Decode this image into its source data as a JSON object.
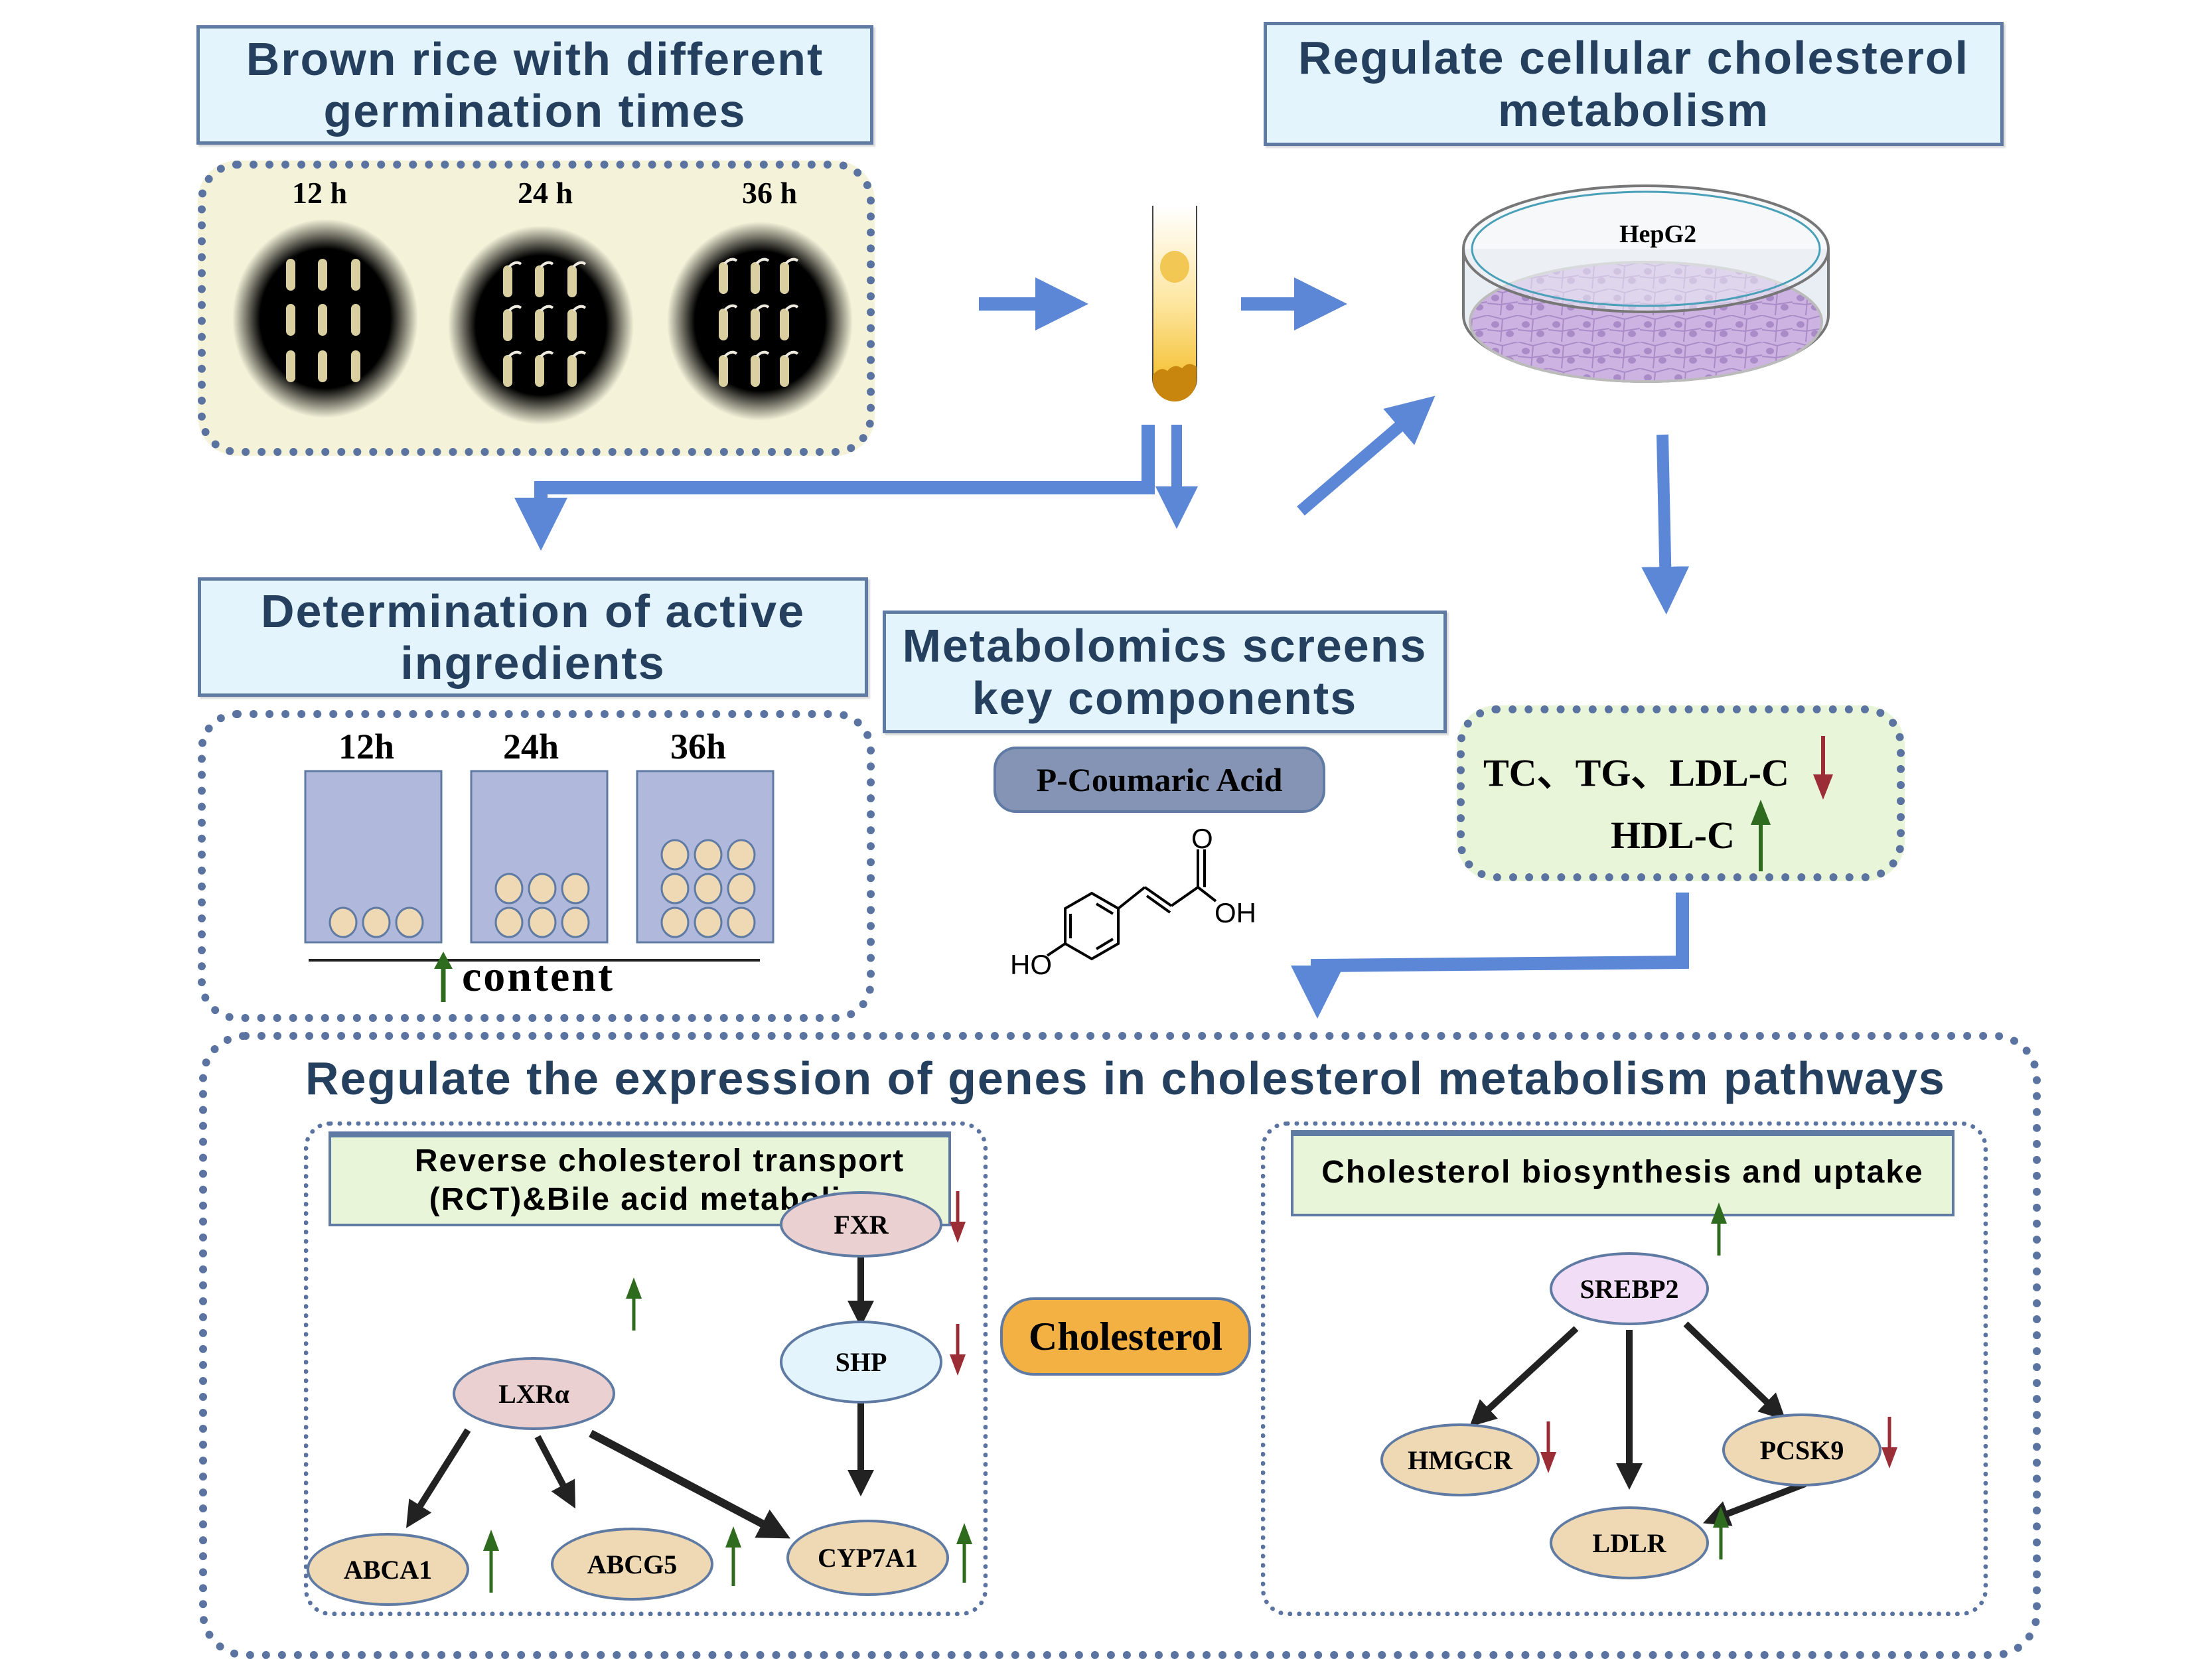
{
  "colors": {
    "arrow_blue": "#5b87d6",
    "title_bg": "#e3f4fc",
    "title_text": "#24405e",
    "dash_border": "#5a73a0",
    "rice_panel_bg": "#f4f2d9",
    "result_panel_bg": "#e9f5d9",
    "up_green": "#2f6b1e",
    "down_red": "#9b2d36",
    "bar_fill": "#b0b8dc",
    "granule_fill": "#efd8b4",
    "acid_pill": "#8593b5",
    "cholesterol_pill": "#f2b142",
    "gene_tan": "#efd8b4",
    "gene_pink": "#ebd0d1",
    "gene_blue": "#e3f4fc",
    "gene_lilac": "#f1def6"
  },
  "germination": {
    "title": "Brown rice with different germination times",
    "title_line1": "Brown rice with different",
    "title_line2": "germination times",
    "samples": [
      {
        "label": "12 h"
      },
      {
        "label": "24 h"
      },
      {
        "label": "36 h"
      }
    ]
  },
  "cellular": {
    "title_line1": "Regulate cellular cholesterol",
    "title_line2": "metabolism",
    "cell_line": "HepG2"
  },
  "ingredients": {
    "title_line1": "Determination of active",
    "title_line2": "ingredients",
    "bars": [
      {
        "label": "12h",
        "granules": 3
      },
      {
        "label": "24h",
        "granules": 6
      },
      {
        "label": "36h",
        "granules": 9
      }
    ],
    "axis_label": "content",
    "trend": "up"
  },
  "metabolomics": {
    "title_line1": "Metabolomics screens",
    "title_line2": "key components",
    "compound": "P-Coumaric Acid",
    "structure_labels": {
      "carbonyl": "O",
      "acid": "OH",
      "phenol": "HO"
    }
  },
  "lipids": {
    "decreased": "TC、TG、LDL-C",
    "increased": "HDL-C"
  },
  "genes_section": {
    "title": "Regulate the expression of genes in cholesterol metabolism pathways",
    "center_label": "Cholesterol",
    "left_panel": {
      "title_line1": "Reverse cholesterol transport",
      "title_line2": "(RCT)&Bile acid metabolism",
      "nodes": [
        {
          "id": "FXR",
          "label": "FXR",
          "trend": "down"
        },
        {
          "id": "SHP",
          "label": "SHP",
          "trend": "down"
        },
        {
          "id": "LXRa",
          "label": "LXRα",
          "trend": "up"
        },
        {
          "id": "ABCA1",
          "label": "ABCA1",
          "trend": "up"
        },
        {
          "id": "ABCG5",
          "label": "ABCG5",
          "trend": "up"
        },
        {
          "id": "CYP7A1",
          "label": "CYP7A1",
          "trend": "up"
        }
      ],
      "edges": [
        [
          "FXR",
          "SHP"
        ],
        [
          "SHP",
          "CYP7A1"
        ],
        [
          "LXRa",
          "ABCA1"
        ],
        [
          "LXRa",
          "ABCG5"
        ],
        [
          "LXRa",
          "CYP7A1"
        ]
      ]
    },
    "right_panel": {
      "title": "Cholesterol biosynthesis and uptake",
      "nodes": [
        {
          "id": "SREBP2",
          "label": "SREBP2",
          "trend": "up"
        },
        {
          "id": "HMGCR",
          "label": "HMGCR",
          "trend": "down"
        },
        {
          "id": "PCSK9",
          "label": "PCSK9",
          "trend": "down"
        },
        {
          "id": "LDLR",
          "label": "LDLR",
          "trend": "up"
        }
      ],
      "edges": [
        [
          "SREBP2",
          "HMGCR"
        ],
        [
          "SREBP2",
          "LDLR"
        ],
        [
          "SREBP2",
          "PCSK9"
        ],
        [
          "PCSK9",
          "LDLR"
        ]
      ]
    }
  }
}
